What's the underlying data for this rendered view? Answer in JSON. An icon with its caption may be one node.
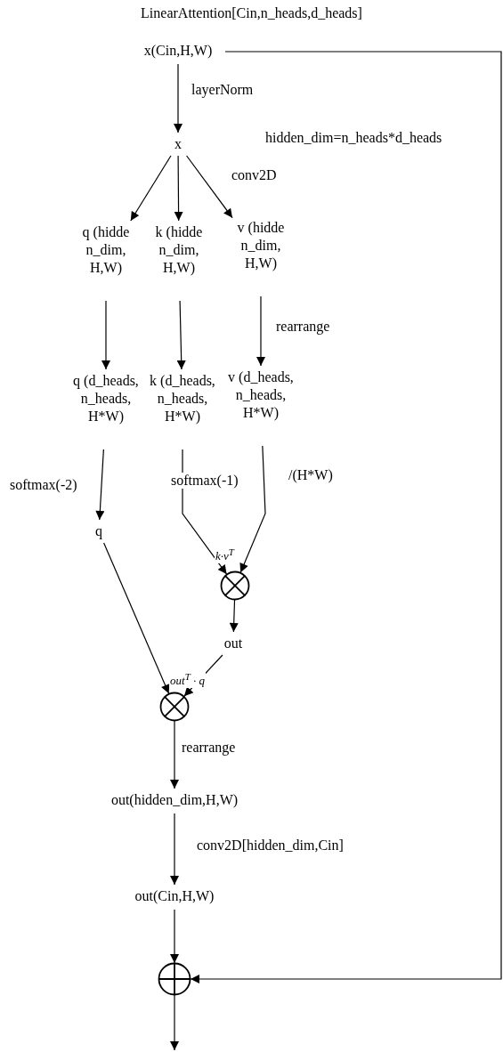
{
  "diagram": {
    "title": "LinearAttention[Cin,n_heads,d_heads]",
    "nodes": [
      {
        "text": [
          "x(Cin,H,W)"
        ]
      },
      {
        "text": [
          "x"
        ]
      },
      {
        "text": [
          "q (hidde n_dim, H,W)"
        ]
      },
      {
        "text": [
          "k (hidde n_dim, H,W)"
        ]
      },
      {
        "text": [
          "v (hidde n_dim, H,W)"
        ]
      },
      {
        "text": [
          "q (d_heads, n_heads, H*W)"
        ]
      },
      {
        "text": [
          "k (d_heads, n_heads, H*W)"
        ]
      },
      {
        "text": [
          "v (d_heads, n_heads, H*W)"
        ]
      },
      {
        "text": [
          "q"
        ]
      },
      {
        "text": [],
        "shape": "circle",
        "beside": [
          "k·v$^{T}$"
        ]
      },
      {
        "text": [
          "out"
        ]
      },
      {
        "text": [],
        "shape": "circle",
        "beside": [
          "out$^{T}$ · q"
        ]
      },
      {
        "text": [
          "out(hidden_dim,H,W)"
        ]
      },
      {
        "text": [
          "out(Cin,H,W)"
        ]
      },
      {
        "text": [],
        "shape": "circle"
      }
    ],
    "edges": [
      {
        "from": 0,
        "to": 1,
        "arrow": "to",
        "label": "layerNorm"
      },
      {
        "from": 1,
        "to": 2,
        "arrow": "to"
      },
      {
        "from": 1,
        "to": 3,
        "arrow": "to"
      },
      {
        "from": 1,
        "to": 4,
        "arrow": "to",
        "label": "conv2D"
      },
      {
        "from": 2,
        "to": 5,
        "arrow": "to"
      },
      {
        "from": 3,
        "to": 6,
        "arrow": "to"
      },
      {
        "from": 4,
        "to": 7,
        "arrow": "to",
        "label": "rearrange"
      },
      {
        "from": 5,
        "to": 8,
        "arrow": "to",
        "label": "softmax(-2)"
      },
      {
        "from": 6,
        "to": 9,
        "arrow": "to",
        "label": "softmax(-1)"
      },
      {
        "from": 7,
        "to": 9,
        "arrow": "to",
        "label": "/(H*W)"
      },
      {
        "from": 9,
        "to": 10,
        "arrow": "to"
      },
      {
        "from": 8,
        "to": 11,
        "arrow": "to"
      },
      {
        "from": 10,
        "to": 11,
        "arrow": "to"
      },
      {
        "from": 11,
        "to": 12,
        "arrow": "to",
        "label": "rearrange"
      },
      {
        "from": 12,
        "to": 13,
        "arrow": "to",
        "label": "conv2D[hidden_dim,Cin]"
      },
      {
        "from": 13,
        "to": 14,
        "arrow": "to"
      },
      {
        "from": 0,
        "to": 14,
        "arrow": "to"
      },
      {
        "from": 14,
        "to": null,
        "arrow": "to"
      }
    ],
    "labels": [
      "hidden_dim=n_heads*d_heads"
    ]
  }
}
